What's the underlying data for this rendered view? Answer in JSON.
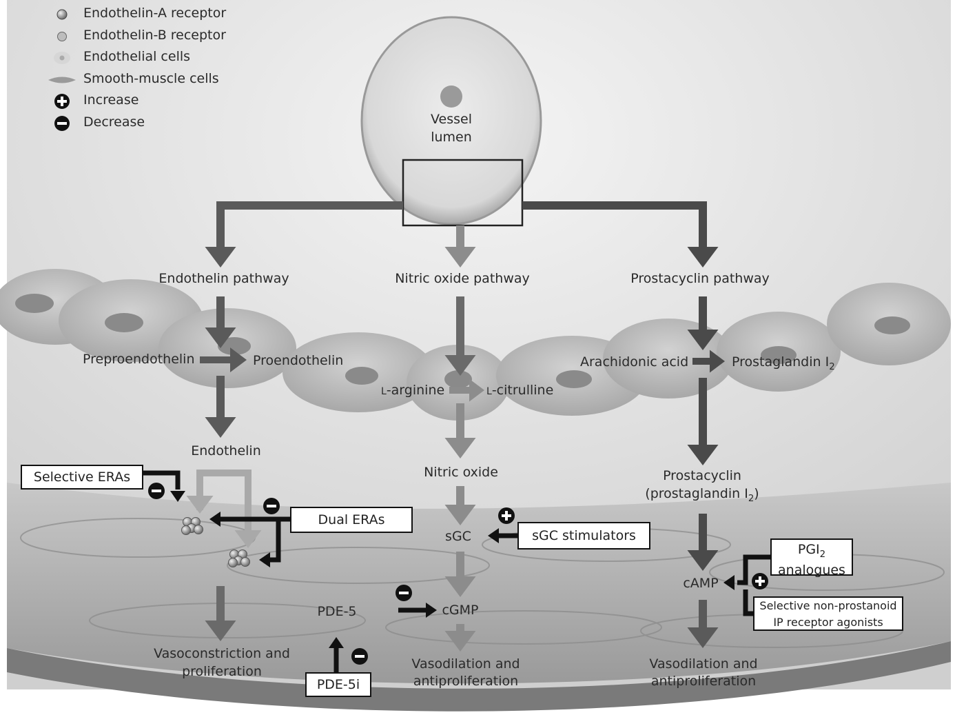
{
  "legend": {
    "items": [
      {
        "icon": "endothelin-a-receptor-icon",
        "label": "Endothelin-A receptor"
      },
      {
        "icon": "endothelin-b-receptor-icon",
        "label": "Endothelin-B receptor"
      },
      {
        "icon": "endothelial-cell-icon",
        "label": "Endothelial cells"
      },
      {
        "icon": "smooth-muscle-cell-icon",
        "label": "Smooth-muscle cells"
      },
      {
        "icon": "increase-icon",
        "label": "Increase"
      },
      {
        "icon": "decrease-icon",
        "label": "Decrease"
      }
    ]
  },
  "vessel": {
    "line1": "Vessel",
    "line2": "lumen"
  },
  "pathways": {
    "endothelin": {
      "title": "Endothelin pathway",
      "step1": "Preproendothelin",
      "step2": "Proendothelin",
      "step3": "Endothelin",
      "outcome_line1": "Vasoconstriction and",
      "outcome_line2": "proliferation",
      "drug_selective": "Selective ERAs",
      "drug_dual": "Dual ERAs"
    },
    "nitric_oxide": {
      "title": "Nitric oxide pathway",
      "step1_prefix": "L",
      "step1_rest": "-arginine",
      "step2_prefix": "L",
      "step2_rest": "-citrulline",
      "step3": "Nitric oxide",
      "step4": "sGC",
      "step5": "cGMP",
      "enzyme": "PDE-5",
      "outcome_line1": "Vasodilation and",
      "outcome_line2": "antiproliferation",
      "drug_sgc": "sGC stimulators",
      "drug_pde5i": "PDE-5i"
    },
    "prostacyclin": {
      "title": "Prostacyclin pathway",
      "step1": "Arachidonic acid",
      "step2": "Prostaglandin I",
      "step2_sub": "2",
      "step3_line1": "Prostacyclin",
      "step3_line2_a": "(prostaglandin I",
      "step3_line2_sub": "2",
      "step3_line2_b": ")",
      "step4": "cAMP",
      "outcome_line1": "Vasodilation and",
      "outcome_line2": "antiproliferation",
      "drug_pgi2_a": "PGI",
      "drug_pgi2_sub": "2",
      "drug_pgi2_line2": "analogues",
      "drug_ip_line1": "Selective non-prostanoid",
      "drug_ip_line2": "IP receptor agonists"
    }
  },
  "colors": {
    "arrow_dark": "#4a4a4a",
    "arrow_light": "#8c8c8c",
    "cell_fill": "#b5b5b5",
    "background_grey": "#d9d9d9"
  }
}
